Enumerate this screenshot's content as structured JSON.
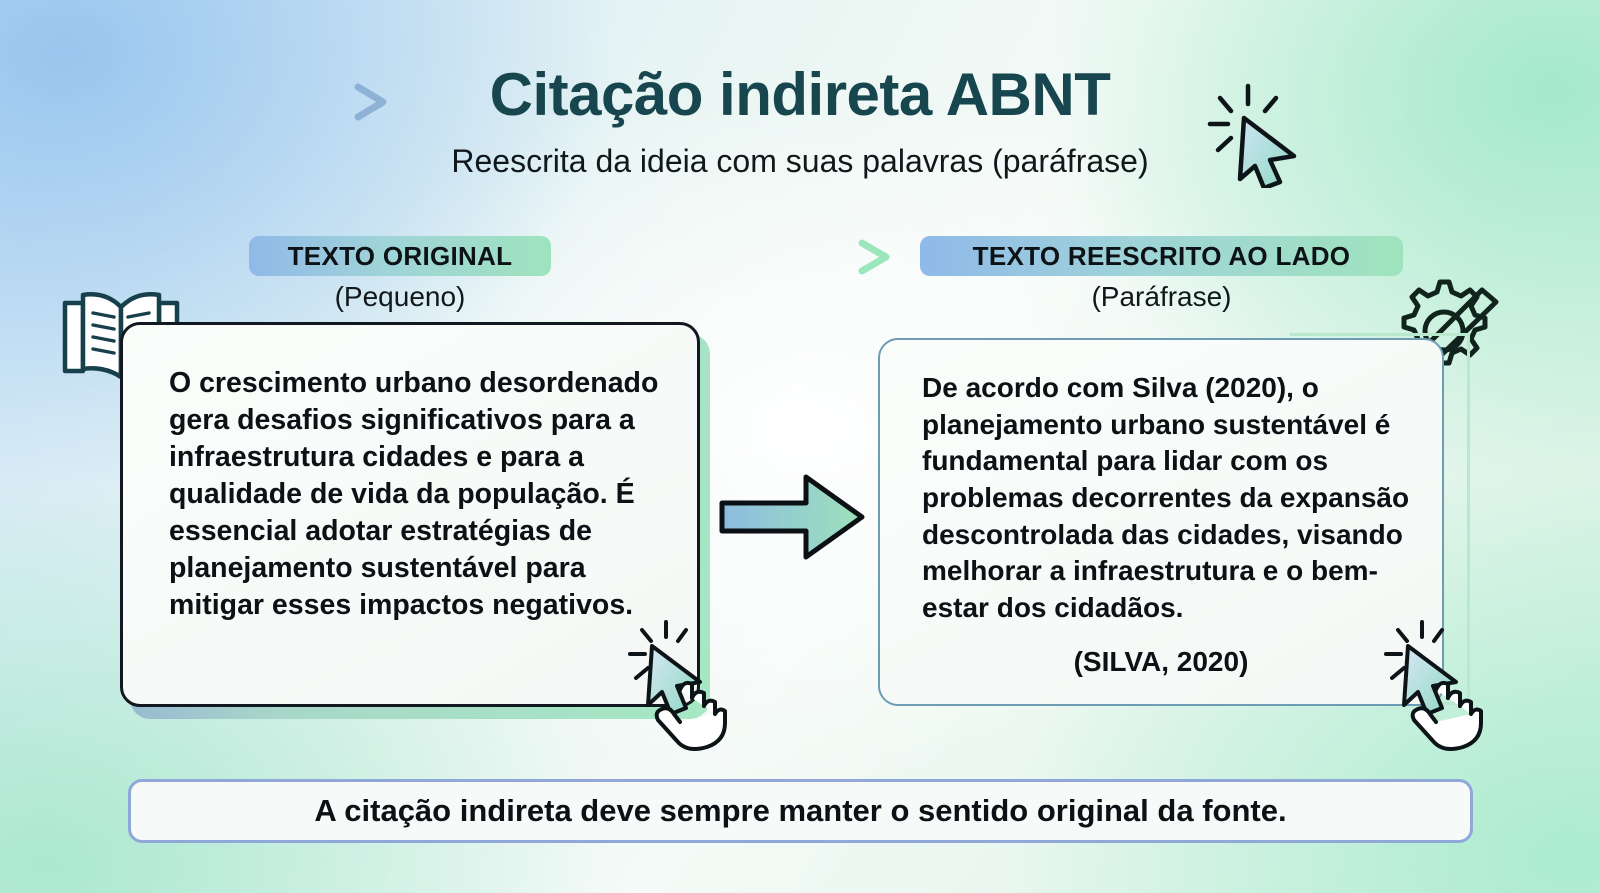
{
  "header": {
    "title": "Citação indireta ABNT",
    "subtitle": "Reescrita da ideia com suas palavras (paráfrase)",
    "arrow_icon": "arrow-right-icon",
    "cursor_icon": "cursor-click-icon"
  },
  "columns": {
    "left": {
      "badge_label": "TEXTO ORIGINAL",
      "badge_sub": "(Pequeno)",
      "icon": "open-book-icon",
      "body_text": "O crescimento urbano desordenado gera desafios significativos para a infraestrutura cidades e para a qualidade de vida da população. É essencial adotar estratégias de planejamento sustentável para mitigar esses impactos negativos."
    },
    "right": {
      "badge_label": "TEXTO REESCRITO AO LADO",
      "badge_sub": "(Paráfrase)",
      "icon": "gear-pencil-icon",
      "body_prefix": "De acordo com ",
      "body_bold": "Silva (2020)",
      "body_suffix": ", o planejamento urbano sustentável é fundamental para lidar com os problemas decorrentes da expansão descontrolada das cidades, visando melhorar a infraestrutura e o bem-estar dos cidadãos.",
      "citation": "(SILVA, 2020)"
    }
  },
  "connector": {
    "mid_arrow_icon": "arrow-right-icon",
    "big_arrow_icon": "block-arrow-right-icon"
  },
  "pointers": {
    "left_hand_icon": "hand-click-cursor-icon",
    "right_hand_icon": "hand-click-cursor-icon"
  },
  "footer": {
    "note": "A citação indireta deve sempre manter o sentido original da fonte."
  },
  "colors": {
    "title": "#17464f",
    "badge_gradient_start": "#8fb9e8",
    "badge_gradient_end": "#9fe3bd",
    "card_left_border": "#111820",
    "card_right_border": "#6d9cb5",
    "banner_border": "#8fa8d8",
    "accent_green": "#a6e8c3",
    "accent_blue": "#8b9ed8"
  }
}
